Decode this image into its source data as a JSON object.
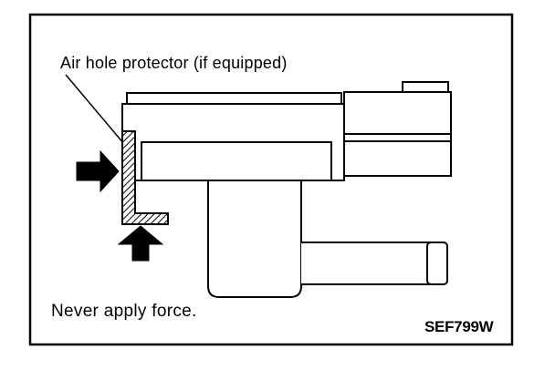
{
  "figure": {
    "callout_label": "Air hole protector (if equipped)",
    "caption": "Never apply force.",
    "figure_code": "SEF799W"
  },
  "style": {
    "ink": "#000000",
    "paper": "#ffffff"
  },
  "icons": {
    "side_arrow": "arrow-right-icon",
    "bottom_arrow": "arrow-up-icon"
  }
}
